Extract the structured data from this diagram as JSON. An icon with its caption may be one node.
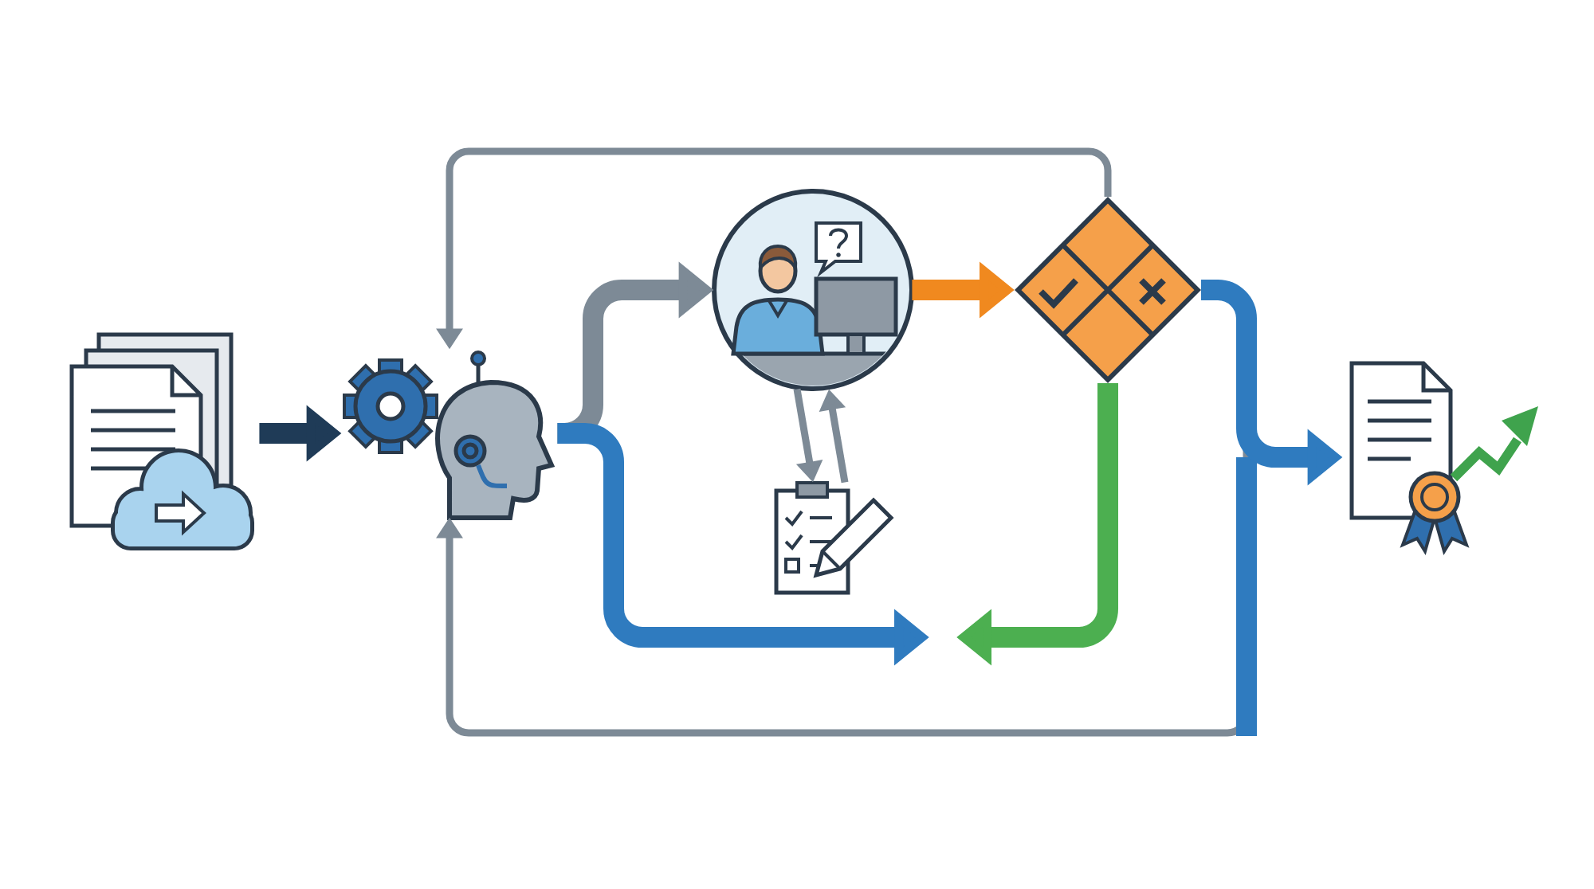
{
  "diagram": {
    "nodes": [
      {
        "text": [],
        "shape": "picture"
      },
      {
        "text": [],
        "shape": "picture"
      },
      {
        "text": [],
        "shape": "picture"
      },
      {
        "text": [],
        "shape": "picture"
      },
      {
        "text": [],
        "shape": "diamond"
      },
      {
        "text": [],
        "shape": "picture"
      }
    ],
    "edges": [
      {
        "from": 0,
        "to": 1,
        "arrow": "to",
        "color": "#1f3b57"
      },
      {
        "from": 1,
        "to": 2,
        "arrow": "to",
        "color": "#7d8a96"
      },
      {
        "from": 1,
        "to": null,
        "arrow": "to",
        "color": "#2f7bbf"
      },
      {
        "from": 2,
        "to": 4,
        "arrow": "to",
        "color": "#f0891f"
      },
      {
        "from": 2,
        "to": 3,
        "arrow": "to",
        "color": "#7d8a96"
      },
      {
        "from": 3,
        "to": 2,
        "arrow": "to",
        "color": "#7d8a96"
      },
      {
        "from": 4,
        "to": null,
        "arrow": "to",
        "color": "#4caf50"
      },
      {
        "from": 4,
        "to": 5,
        "arrow": "to",
        "color": "#2f7bbf"
      },
      {
        "from": 4,
        "to": 1,
        "arrow": "to",
        "color": "#7d8a96"
      },
      {
        "from": 4,
        "to": 1,
        "arrow": "to",
        "color": "#7d8a96"
      }
    ]
  }
}
